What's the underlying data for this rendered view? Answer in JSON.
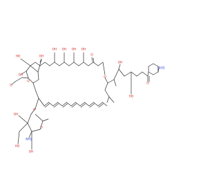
{
  "diagram": {
    "type": "structural-formula",
    "colors": {
      "bond": "#2b2b2b",
      "oxygen": "#d21f1f",
      "nitrogen": "#2a3fd6",
      "background": "#ffffff"
    },
    "atom_labels": [
      {
        "text": "HO",
        "element": "O"
      },
      {
        "text": "OH",
        "element": "O"
      },
      {
        "text": "OH",
        "element": "O"
      },
      {
        "text": "OH",
        "element": "O"
      },
      {
        "text": "OH",
        "element": "O"
      },
      {
        "text": "OH",
        "element": "O"
      },
      {
        "text": "O",
        "element": "O"
      },
      {
        "text": "OH",
        "element": "O"
      },
      {
        "text": "O",
        "element": "O"
      },
      {
        "text": "O",
        "element": "O"
      },
      {
        "text": "O",
        "element": "O"
      },
      {
        "text": "OH",
        "element": "O"
      },
      {
        "text": "HO",
        "element": "O"
      },
      {
        "text": "O",
        "element": "O"
      },
      {
        "text": "O",
        "element": "O"
      },
      {
        "text": "OH",
        "element": "O"
      },
      {
        "text": "O",
        "element": "O"
      },
      {
        "text": "NH2",
        "element": "N"
      },
      {
        "text": "HO",
        "element": "O"
      },
      {
        "text": "NH2",
        "element": "N"
      },
      {
        "text": "OH",
        "element": "O"
      }
    ]
  }
}
